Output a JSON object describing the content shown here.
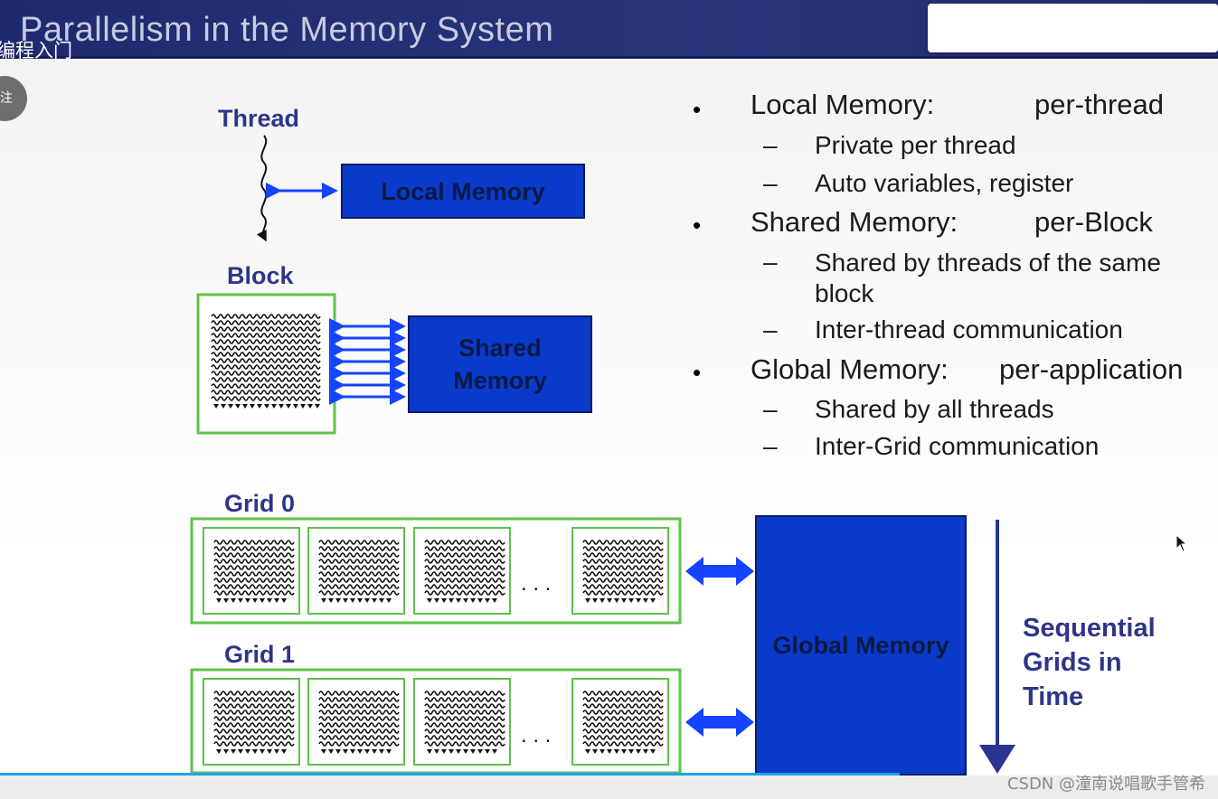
{
  "slide": {
    "title": "Parallelism in the Memory System",
    "thread_heading": "Thread",
    "local_memory_label": "Local Memory",
    "block_heading": "Block",
    "shared_memory_label": "Shared Memory",
    "grid0_heading": "Grid 0",
    "grid1_heading": "Grid 1",
    "ellipsis": ". . .",
    "global_memory_label": "Global Memory",
    "sequential_label": "Sequential Grids in Time",
    "bullets": [
      {
        "name": "Local Memory:",
        "scope": "per-thread",
        "subs": [
          "Private per thread",
          "Auto variables, register"
        ]
      },
      {
        "name": "Shared Memory:",
        "scope": "per-Block",
        "subs": [
          "Shared by threads of the same block",
          "Inter-thread communication"
        ]
      },
      {
        "name": "Global Memory:",
        "scope": "per-application",
        "subs": [
          "Shared by all threads",
          "Inter-Grid communication"
        ]
      }
    ],
    "bullet_symbol": "•",
    "dash_symbol": "–"
  },
  "overlay": {
    "video_title_fragment": "编程入门",
    "follow_button_label": "关注",
    "watermark": "CSDN @潼南说唱歌手管希"
  },
  "colors": {
    "title_bar": "#222c70",
    "memory_box": "#0a3ac9",
    "heading_text": "#2e3589",
    "block_border": "#5ec24a",
    "arrow": "#1444ff",
    "progress": "#1aa3e8"
  },
  "icons": [
    "cursor-arrow-icon",
    "wavy-thread-icon",
    "double-arrow-icon"
  ]
}
